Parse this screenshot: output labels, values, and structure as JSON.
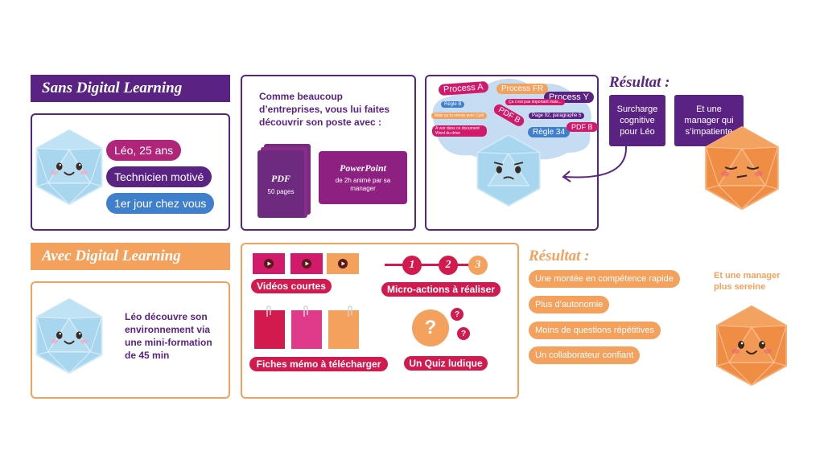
{
  "colors": {
    "purple": "#5a2383",
    "orange": "#f4a15e",
    "magenta": "#d11a6b",
    "pink": "#e03a8a",
    "blue": "#3f7fcb",
    "crimson": "#d21a4f",
    "dice": "#a9d6ef",
    "dice_orange": "#f08d44"
  },
  "sans": {
    "banner": "Sans Digital Learning",
    "leo_name": "Léo, 25 ans",
    "leo_role": "Technicien motivé",
    "leo_day": "1er jour chez vous",
    "intro": "Comme beaucoup d’entreprises, vous lui faites découvrir son poste avec :",
    "pdf_title": "PDF",
    "pdf_sub": "50 pages",
    "ppt_title": "PowerPoint",
    "ppt_sub": "de 2h animé par sa manager",
    "cloud": {
      "process_a": "Process A",
      "process_fr": "Process FR",
      "process_y": "Process Y",
      "regle_b": "Règle B",
      "pas_important": "Ça c'est pas important mais...",
      "voir_cyril": "Mais ça tu verras avec Cyril",
      "pdf_b1": "PDF B",
      "page_92": "Page 92, paragraphe 5",
      "voir_doc": "A voir dans ce document Word du drive",
      "regle_34": "Règle 34",
      "pdf_b2": "PDF B"
    },
    "resultat": "Résultat :",
    "res_1": "Surcharge cognitive pour Léo",
    "res_2": "Et une manager qui s’impatiente"
  },
  "avec": {
    "banner": "Avec Digital Learning",
    "leo_text": "Léo découvre son environnement via une mini-formation de 45 min",
    "videos_label": "Vidéos courtes",
    "micro_label": "Micro-actions à réaliser",
    "steps": [
      "1",
      "2",
      "3"
    ],
    "fiches_label": "Fiches mémo à télécharger",
    "quiz_label": "Un Quiz ludique",
    "quiz_mark": "?",
    "resultat": "Résultat :",
    "results": [
      "Une montée en compétence rapide",
      "Plus d’autonomie",
      "Moins de questions répétitives",
      "Un collaborateur confiant"
    ],
    "manager_note": "Et une manager plus sereine"
  }
}
